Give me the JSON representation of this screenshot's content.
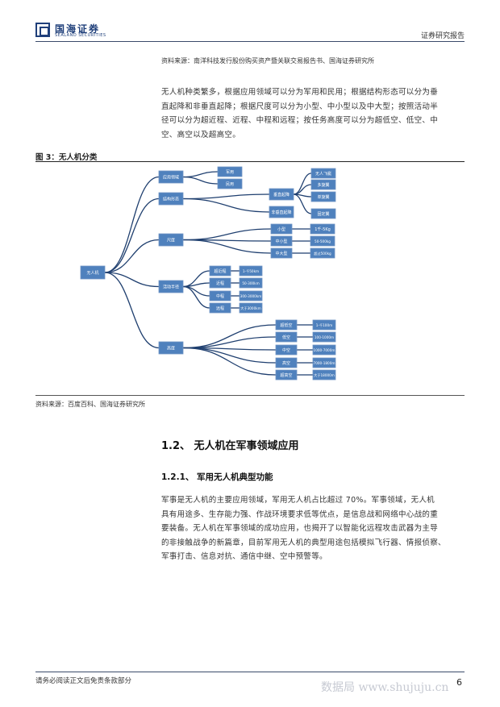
{
  "header": {
    "logo_cn": "国海证券",
    "logo_en": "SEALAND SECURITIES",
    "report_type": "证券研究报告"
  },
  "source_top": "资料来源：南洋科技发行股份购买资产暨关联交易报告书、国海证券研究所",
  "intro_paragraph": [
    "无人机种类繁多，根据应用领域可以分为军用和民用；根据结构形态可以分为垂",
    "直起降和非垂直起降；根据尺度可以分为小型、中小型以及中大型；按照活动半",
    "径可以分为超近程、近程、中程和远程；按任务高度可以分为超低空、低空、中",
    "空、高空以及超高空。"
  ],
  "figure": {
    "title": "图 3：无人机分类",
    "source": "资料来源：百度百科、国海证券研究所",
    "diagram": {
      "root": "无人机",
      "level1": [
        "应用领域",
        "结构形态",
        "尺度",
        "活动半径",
        "高度"
      ],
      "application": [
        "军用",
        "民用"
      ],
      "structure": [
        "垂直起降",
        "非垂直起降"
      ],
      "vtol_types": [
        "无人飞艇",
        "多旋翼",
        "单旋翼",
        "固定翼"
      ],
      "scale": [
        "小型",
        "中小型",
        "中大型"
      ],
      "scale_values": [
        "1千-5Kg",
        "50-500kg",
        "超过500kg"
      ],
      "radius": [
        "超近程",
        "近程",
        "中程",
        "远程"
      ],
      "radius_values": [
        "1-千50km",
        "50-300km",
        "300-3000km",
        "大于3000km"
      ],
      "altitude": [
        "超低空",
        "低空",
        "中空",
        "高空",
        "超高空"
      ],
      "altitude_values": [
        "1-千100m",
        "100-1000m",
        "1000-7000m",
        "7000-1800m",
        "大于18000m"
      ]
    }
  },
  "section": {
    "h2": "1.2、 无人机在军事领域应用",
    "h3": "1.2.1、 军用无人机典型功能",
    "paragraph": [
      "军事是无人机的主要应用领域，军用无人机占比超过 70%。军事领域，无人机",
      "具有用途多、生存能力强、作战环境要求低等优点，是信息战和网络中心战的重",
      "要装备。无人机在军事领域的成功应用，也揭开了以智能化远程攻击武器为主导",
      "的非接触战争的新篇章，目前军用无人机的典型用途包括模拟飞行器、情报侦察、",
      "军事打击、信息对抗、通信中继、空中预警等。"
    ]
  },
  "footer": {
    "disclaimer": "请务必阅读正文后免责条款部分",
    "watermark": "数据局 www.shujuju.cn",
    "page_number": "6"
  },
  "colors": {
    "brand": "#1f3f7a",
    "node_fill": "#4f81bd",
    "node_stroke": "#6f93c4",
    "line": "#1f3f6f"
  }
}
